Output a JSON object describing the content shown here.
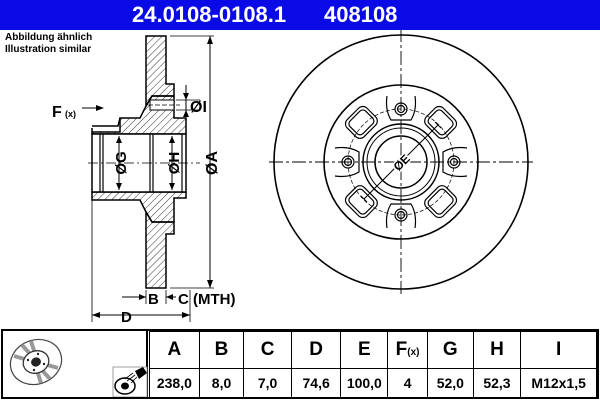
{
  "header": {
    "part_number": "24.0108-0108.1",
    "reference": "408108",
    "background_color": "#0a0ae6"
  },
  "note": {
    "line1": "Abbildung ähnlich",
    "line2": "Illustration similar"
  },
  "side_view": {
    "labels": {
      "F": "F",
      "F_sub": "(x)",
      "I": "ØI",
      "G": "ØG",
      "H": "ØH",
      "A": "ØA",
      "B": "B",
      "C": "C (MTH)",
      "D": "D"
    }
  },
  "front_view": {
    "labels": {
      "E": "ØE"
    }
  },
  "table": {
    "columns": [
      {
        "key": "A",
        "label": "A",
        "value": "238,0"
      },
      {
        "key": "B",
        "label": "B",
        "value": "8,0"
      },
      {
        "key": "C",
        "label": "C",
        "value": "7,0"
      },
      {
        "key": "D",
        "label": "D",
        "value": "74,6"
      },
      {
        "key": "E",
        "label": "E",
        "value": "100,0"
      },
      {
        "key": "F",
        "label": "F",
        "label_sub": "(x)",
        "value": "4"
      },
      {
        "key": "G",
        "label": "G",
        "value": "52,0"
      },
      {
        "key": "H",
        "label": "H",
        "value": "52,3"
      },
      {
        "key": "I",
        "label": "I",
        "value": "M12x1,5"
      }
    ]
  },
  "icons": {
    "disc_thumbnail": "brake-disc-thumbnail-icon",
    "grease_spray": "spray-lubricant-icon"
  }
}
